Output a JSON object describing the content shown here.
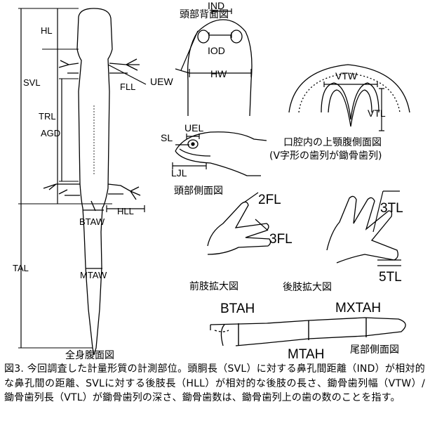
{
  "views": {
    "ventral_full": "全身腹面図",
    "head_dorsal": "頭部背面図",
    "head_lateral": "頭部側面図",
    "oral_view": "口腔内の上顎腹側面図",
    "oral_note": "(V字形の歯列が鋤骨歯列)",
    "forelimb": "前肢拡大図",
    "hindlimb": "後肢拡大図",
    "tail_lateral": "尾部側面図"
  },
  "labels": {
    "HL": "HL",
    "SVL": "SVL",
    "TRL": "TRL",
    "AGD": "AGD",
    "FLL": "FLL",
    "HLL": "HLL",
    "BTAW": "BTAW",
    "MTAW": "MTAW",
    "TAL": "TAL",
    "IND": "IND",
    "IOD": "IOD",
    "UEW": "UEW",
    "HW": "HW",
    "SL": "SL",
    "UEL": "UEL",
    "LJL": "LJL",
    "VTW": "VTW",
    "VTL": "VTL",
    "FL2": "2FL",
    "FL3": "3FL",
    "TL3": "3TL",
    "TL5": "5TL",
    "BTAH": "BTAH",
    "MXTAH": "MXTAH",
    "MTAH": "MTAH"
  },
  "caption": "図3. 今回調査した計量形質の計測部位。頭胴長（SVL）に対する鼻孔間距離（IND）が相対的な鼻孔間の距離、SVLに対する後肢長（HLL）が相対的な後肢の長さ、鋤骨歯列幅（VTW）/鋤骨歯列長（VTL）が鋤骨歯列の深さ、鋤骨歯数は、鋤骨歯列上の歯の数のことを指す。"
}
